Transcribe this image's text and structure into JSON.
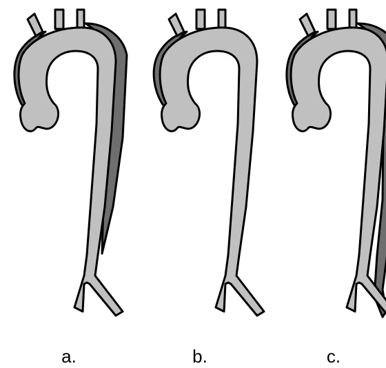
{
  "panels": [
    {
      "id": "a",
      "label": "a.",
      "dissection": "ascending-and-descending"
    },
    {
      "id": "b",
      "label": "b.",
      "dissection": "ascending-only"
    },
    {
      "id": "c",
      "label": "c.",
      "dissection": "ascending-and-descending-extending-to-iliac"
    }
  ],
  "colors": {
    "lumen": "#c0c0c0",
    "false_lumen": "#6e6e6e",
    "outline": "#000000",
    "background": "#ffffff"
  }
}
